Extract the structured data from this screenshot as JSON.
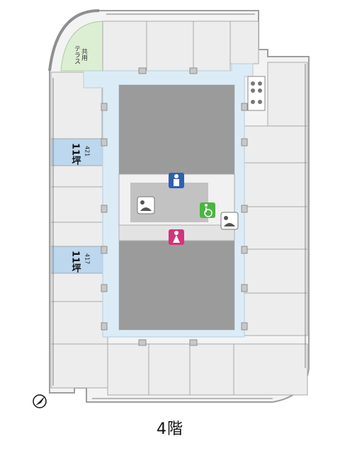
{
  "floor_label": "4階",
  "terrace": {
    "label_line1": "共用",
    "label_line2": "テラス"
  },
  "available_units": [
    {
      "number": "421",
      "size": "11坪"
    },
    {
      "number": "417",
      "size": "11坪"
    }
  ],
  "icons": {
    "mens_restroom": "male-restroom-icon",
    "womens_restroom": "female-restroom-icon",
    "accessible_restroom": "wheelchair-icon",
    "nursing": "baby-care-icon",
    "north": "north-arrow-icon"
  },
  "colors": {
    "wall": "#b8b8b8",
    "corridor": "#dcecf6",
    "core": "#9b9b9b",
    "unit": "#ededed",
    "available_unit": "#bcd7ee",
    "terrace": "#dcefd2",
    "mens": "#2f5fb0",
    "womens": "#d1357a",
    "accessible": "#4bb543"
  }
}
